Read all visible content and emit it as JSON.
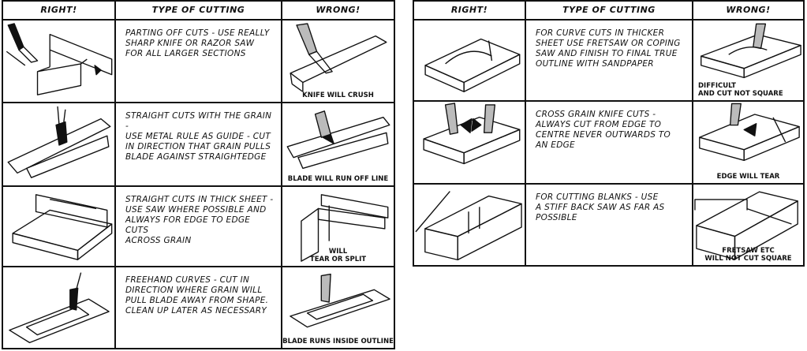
{
  "left_table": {
    "headers": {
      "right": "RIGHT!",
      "type": "TYPE OF CUTTING",
      "wrong": "WRONG!"
    },
    "rows": [
      {
        "description": "PARTING OFF CUTS - USE REALLY\nSHARP KNIFE OR RAZOR SAW\nFOR ALL LARGER SECTIONS",
        "wrong_caption": "KNIFE WILL CRUSH"
      },
      {
        "description": "STRAIGHT CUTS WITH THE GRAIN -\nUSE METAL RULE AS GUIDE - CUT\nIN DIRECTION THAT GRAIN PULLS\nBLADE AGAINST STRAIGHTEDGE",
        "wrong_caption": "BLADE WILL RUN OFF LINE"
      },
      {
        "description": "STRAIGHT CUTS IN THICK SHEET -\nUSE SAW WHERE POSSIBLE AND\nALWAYS FOR EDGE TO EDGE CUTS\n            ACROSS GRAIN",
        "wrong_caption": "WILL\nTEAR OR SPLIT"
      },
      {
        "description": "FREEHAND CURVES - CUT IN\nDIRECTION WHERE GRAIN WILL\nPULL BLADE AWAY FROM SHAPE.\nCLEAN UP LATER AS NECESSARY",
        "wrong_caption": "BLADE RUNS INSIDE OUTLINE"
      }
    ]
  },
  "right_table": {
    "headers": {
      "right": "RIGHT!",
      "type": "TYPE OF CUTTING",
      "wrong": "WRONG!"
    },
    "rows": [
      {
        "description": "FOR CURVE CUTS IN THICKER\nSHEET USE FRETSAW OR COPING\nSAW AND FINISH TO FINAL TRUE\n  OUTLINE WITH SANDPAPER",
        "wrong_caption": "DIFFICULT\nAND CUT NOT SQUARE"
      },
      {
        "description": "CROSS GRAIN KNIFE CUTS -\nALWAYS CUT FROM EDGE TO\nCENTRE NEVER OUTWARDS TO\n          AN EDGE",
        "wrong_caption": "EDGE WILL TEAR"
      },
      {
        "description": "FOR CUTTING BLANKS - USE\nA STIFF BACK SAW AS FAR AS\n          POSSIBLE",
        "wrong_caption": "FRETSAW ETC\nWILL NOT CUT SQUARE"
      }
    ]
  }
}
